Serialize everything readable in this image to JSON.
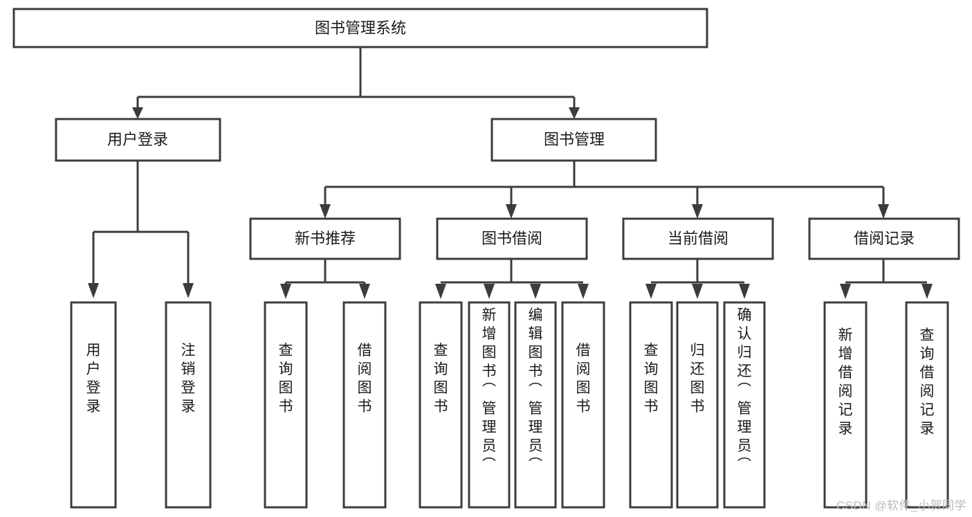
{
  "diagram": {
    "type": "tree-hierarchy-chart",
    "title": "图书管理系统",
    "background_color": "#ffffff",
    "line_color": "#3c3c3c",
    "text_color": "#1a1a1a",
    "root": {
      "label": "图书管理系统",
      "children": [
        {
          "label": "用户登录",
          "children": [
            {
              "label": "用户登录"
            },
            {
              "label": "注销登录"
            }
          ]
        },
        {
          "label": "图书管理",
          "children": [
            {
              "label": "新书推荐",
              "children": [
                {
                  "label": "查询图书"
                },
                {
                  "label": "借阅图书"
                }
              ]
            },
            {
              "label": "图书借阅",
              "children": [
                {
                  "label": "查询图书"
                },
                {
                  "label": "新增图书（管理员）"
                },
                {
                  "label": "编辑图书（管理员）"
                },
                {
                  "label": "借阅图书"
                }
              ]
            },
            {
              "label": "当前借阅",
              "children": [
                {
                  "label": "查询图书"
                },
                {
                  "label": "归还图书"
                },
                {
                  "label": "确认归还（管理员）"
                }
              ]
            },
            {
              "label": "借阅记录",
              "children": [
                {
                  "label": "新增借阅记录"
                },
                {
                  "label": "查询借阅记录"
                }
              ]
            }
          ]
        }
      ]
    }
  },
  "watermark": {
    "text": "CSDN @软件_小贺同学"
  }
}
